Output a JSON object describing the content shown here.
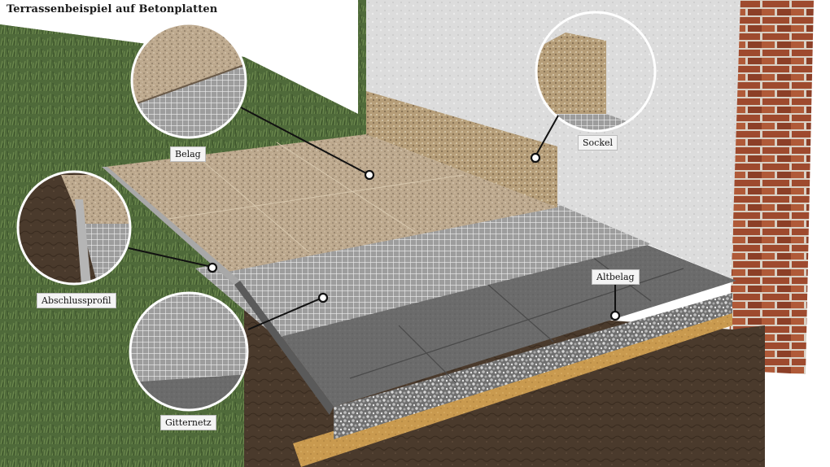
{
  "title": "Terrassenbeispiel auf Betonplatten",
  "labels": {
    "belag": "Belag",
    "sockel": "Sockel",
    "abschlussprofil": "Abschlussprofil",
    "altbelag": "Altbelag",
    "gitternetz": "Gitternetz"
  }
}
